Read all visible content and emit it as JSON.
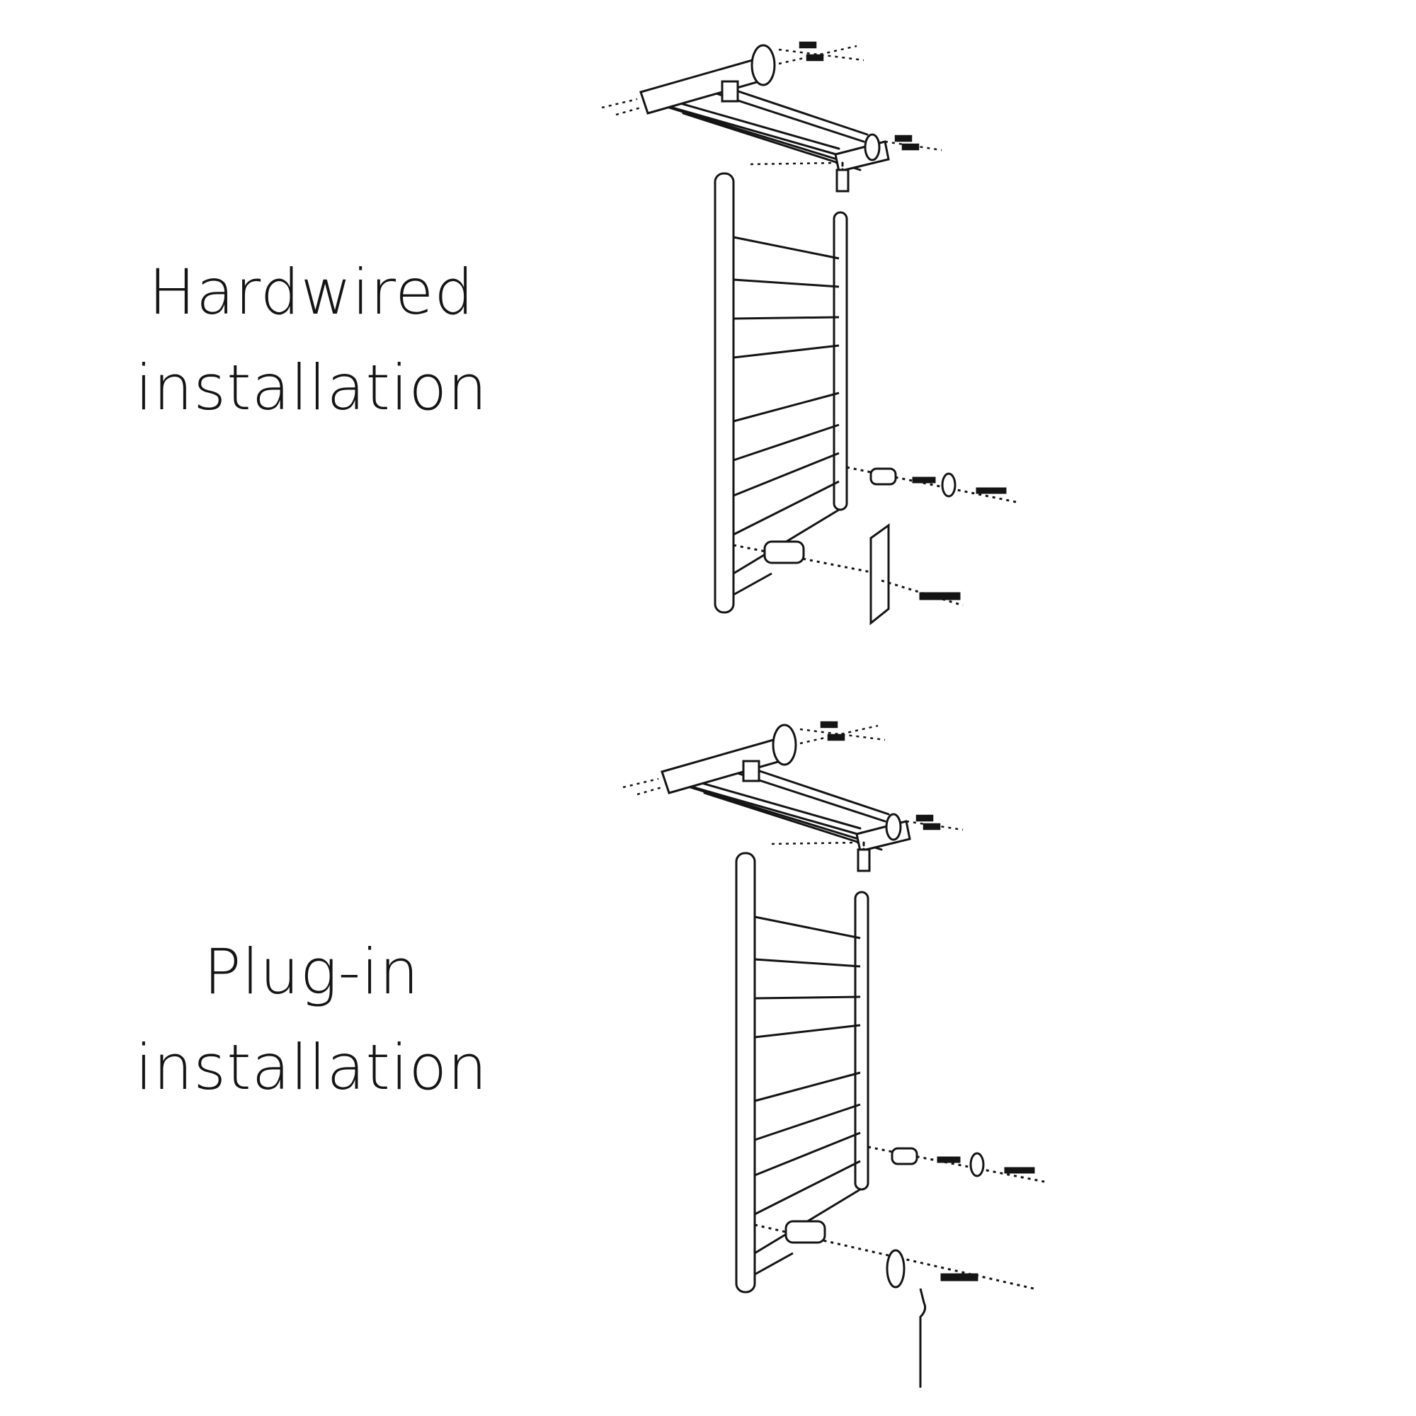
{
  "panels": [
    {
      "id": "hardwired",
      "label_line1": "Hardwired",
      "label_line2": "installation"
    },
    {
      "id": "plugin",
      "label_line1": "Plug-in",
      "label_line2": "installation"
    }
  ],
  "colors": {
    "ink": "#141414",
    "rail_fill": "#ffffff",
    "rail_shade": "#d9d9d9",
    "background": "#ffffff"
  }
}
